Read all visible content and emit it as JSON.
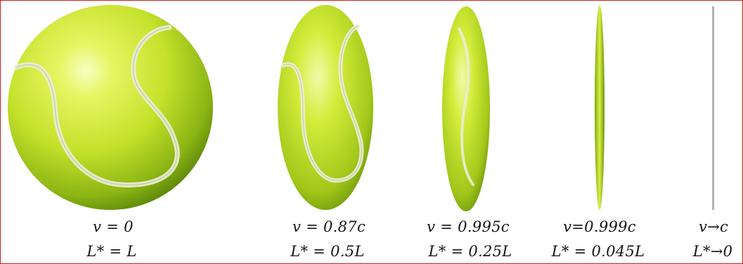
{
  "balls": [
    {
      "velocity": "v = 0",
      "length": "L* = L"
    },
    {
      "velocity": "v = 0.87c",
      "length": "L* = 0.5L"
    },
    {
      "velocity": "v = 0.995c",
      "length": "L* = 0.25L"
    },
    {
      "velocity": "v=0.999c",
      "length": "L* = 0.045L"
    },
    {
      "velocity": "v→c",
      "length": "L*→0"
    }
  ],
  "colors": {
    "frame_border": "#d21d1d",
    "ball_highlight": "#f4ffb0",
    "ball_mid": "#c9e62a",
    "ball_shadow": "#5e8a0a",
    "seam": "#e9edd2",
    "label_text": "#151515"
  }
}
